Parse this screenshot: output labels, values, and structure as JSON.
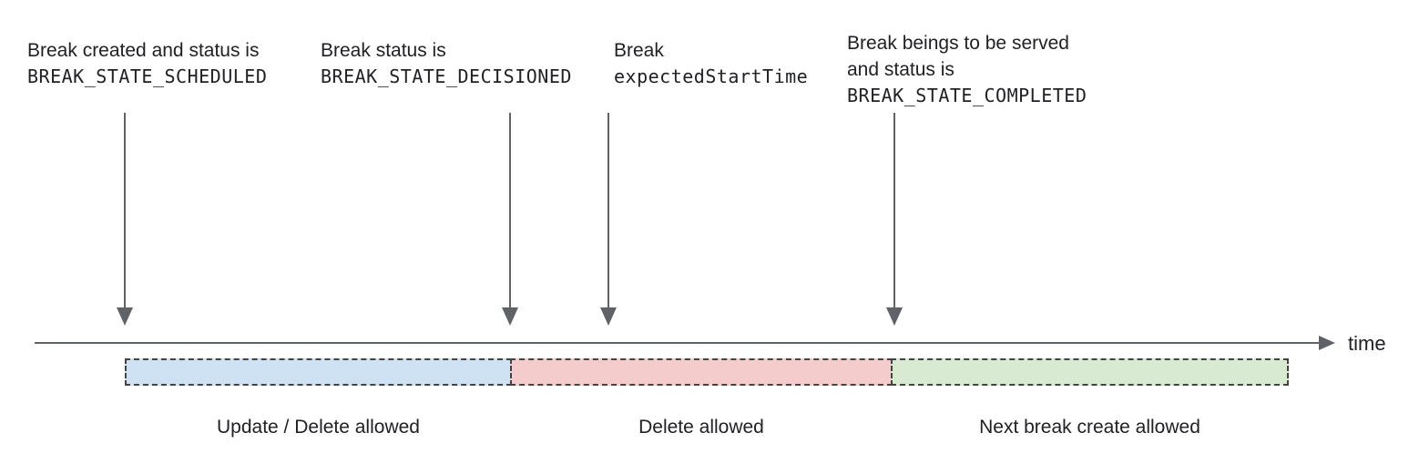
{
  "diagram": {
    "annotations": [
      {
        "lines": [
          {
            "text": "Break created and status is",
            "style": "sans"
          },
          {
            "text": "BREAK_STATE_SCHEDULED",
            "style": "mono"
          }
        ]
      },
      {
        "lines": [
          {
            "text": "Break status is",
            "style": "sans"
          },
          {
            "text": "BREAK_STATE_DECISIONED",
            "style": "mono"
          }
        ]
      },
      {
        "lines": [
          {
            "text": "Break",
            "style": "sans"
          },
          {
            "text": "expectedStartTime",
            "style": "mono"
          }
        ]
      },
      {
        "lines": [
          {
            "text": "Break beings to be served",
            "style": "sans"
          },
          {
            "text": "and status is",
            "style": "sans"
          },
          {
            "text": "BREAK_STATE_COMPLETED",
            "style": "mono"
          }
        ]
      }
    ],
    "timeline": {
      "axis_label": "time"
    },
    "segments": [
      {
        "label": "Update / Delete allowed",
        "color": "#cfe2f3"
      },
      {
        "label": "Delete allowed",
        "color": "#f4cccc"
      },
      {
        "label": "Next break create allowed",
        "color": "#d9ead3"
      }
    ],
    "colors": {
      "arrow_gray": "#5f6368",
      "segment_border": "#434343",
      "text": "#202124"
    }
  }
}
